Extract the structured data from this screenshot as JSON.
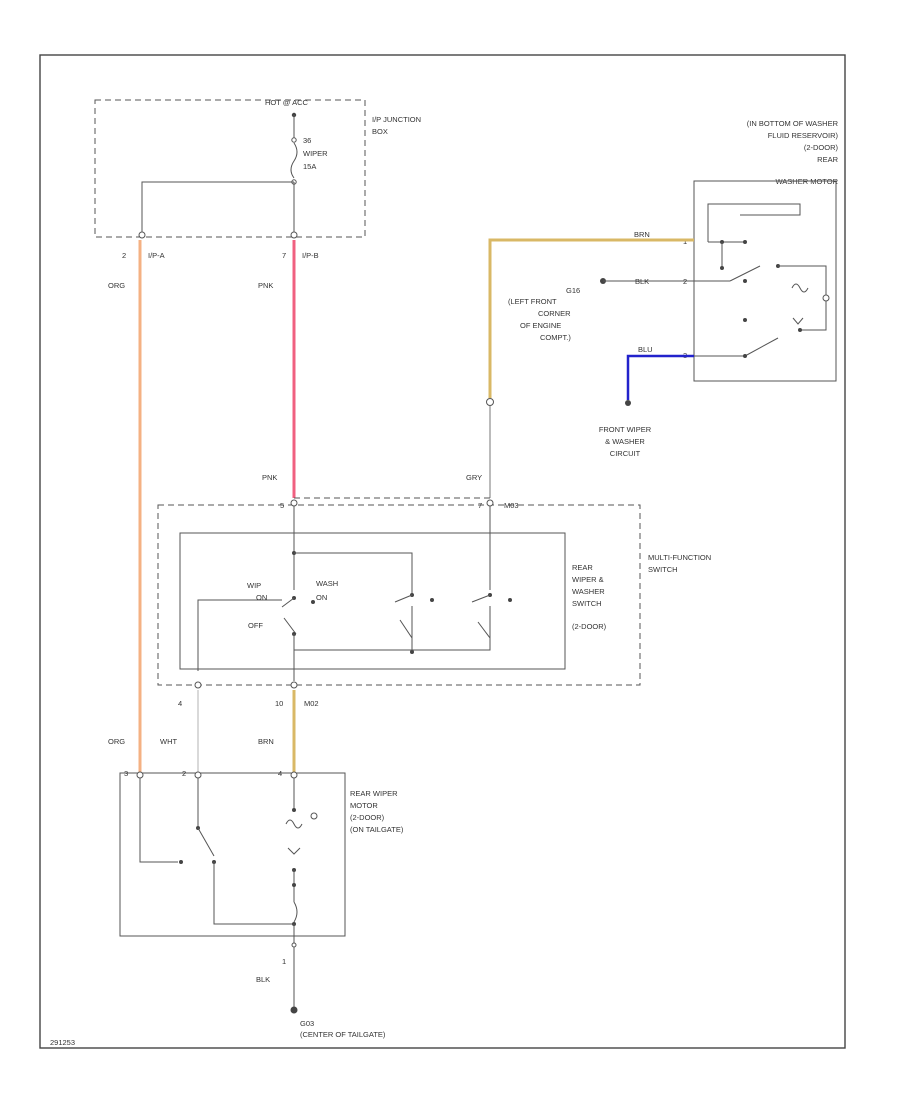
{
  "colors": {
    "background": "#ffffff",
    "line": "#555555",
    "wire_org": "#f4b183",
    "wire_pnk": "#f06080",
    "wire_brn": "#d9b866",
    "wire_blu": "#2222cc",
    "wire_gry": "#bbbbbb",
    "wire_wht": "#cccccc"
  },
  "fuse_box": {
    "hot_at": "HOT @ ACC",
    "fuse_name": "WIPER",
    "fuse_amp": "15A",
    "fuse_no": "36",
    "title_line1": "I/P JUNCTION",
    "title_line2": "BOX",
    "pin_a_num": "2",
    "pin_a_conn": "I/P-A",
    "pin_b_num": "7",
    "pin_b_conn": "I/P-B"
  },
  "wires": {
    "org_top": "ORG",
    "pnk_top": "PNK",
    "pnk_mid": "PNK",
    "gry_mid": "GRY",
    "brn_washer": "BRN",
    "blk_washer": "BLK",
    "blu_washer": "BLU",
    "org_bottom": "ORG",
    "wht_bottom": "WHT",
    "brn_bottom": "BRN",
    "blk_ground": "BLK"
  },
  "washer_motor": {
    "line1": "(IN BOTTOM OF WASHER",
    "line2": "FLUID RESERVOIR)",
    "line3": "(2-DOOR)",
    "line4": "REAR",
    "line5": "WASHER MOTOR",
    "pin1": "1",
    "pin2": "2",
    "pin3": "3"
  },
  "ground_g16": {
    "code": "G16",
    "line1": "(LEFT FRONT",
    "line2": "CORNER",
    "line3": "OF ENGINE",
    "line4": "COMPT.)"
  },
  "front_wiper": {
    "line1": "FRONT WIPER",
    "line2": "& WASHER",
    "line3": "CIRCUIT"
  },
  "multi_function": {
    "line1": "MULTI-FUNCTION",
    "line2": "SWITCH",
    "conn_top": "M03",
    "conn_bottom": "M02",
    "pin_top_left": "5",
    "pin_top_right": "7",
    "pin_bottom_left": "4",
    "pin_bottom_right": "10"
  },
  "rear_switch": {
    "line1": "REAR",
    "line2": "WIPER &",
    "line3": "WASHER",
    "line4": "SWITCH",
    "line5": "(2-DOOR)",
    "pos_wip": "WIP",
    "pos_on": "ON",
    "pos_wash": "WASH",
    "pos_on2": "ON",
    "pos_off": "OFF"
  },
  "wiper_motor": {
    "line1": "REAR WIPER",
    "line2": "MOTOR",
    "line3": "(2-DOOR)",
    "line4": "(ON TAILGATE)",
    "pin_a": "3",
    "pin_b": "2",
    "pin_c": "4",
    "pin_ground": "1"
  },
  "ground_g03": {
    "code": "G03",
    "location": "(CENTER OF TAILGATE)"
  },
  "footer": {
    "figure_id": "291253"
  }
}
